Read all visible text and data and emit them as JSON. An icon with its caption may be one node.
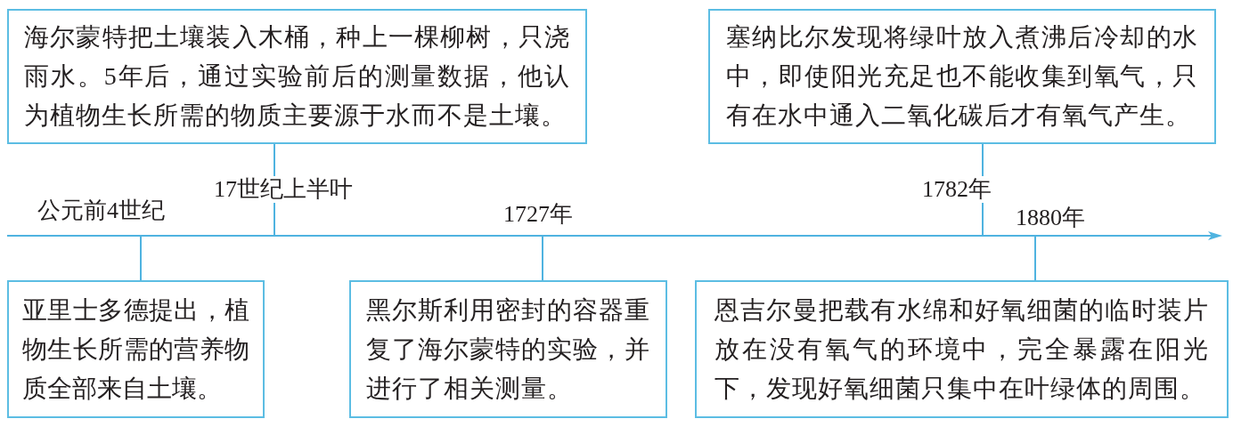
{
  "diagram": {
    "nodes": [
      {
        "text": [
          "海尔蒙特把土壤装入木桶，种上一棵柳树，只浇雨水。5年后，通过实验前后的测量数据，他认为植物生长所需的物质主要源于水而不是土壤。"
        ],
        "beside": [
          "17世纪上半叶"
        ]
      },
      {
        "text": [
          "塞纳比尔发现将绿叶放入煮沸后冷却的水中，即使阳光充足也不能收集到氧气，只有在水中通入二氧化碳后才有氧气产生。"
        ],
        "beside": [
          "1782年"
        ]
      },
      {
        "text": [
          "亚里士多德提出，植物生长所需的营养物质全部来自土壤。"
        ],
        "beside": [
          "公元前4世纪"
        ]
      },
      {
        "text": [
          "黑尔斯利用密封的容器重复了海尔蒙特的实验，并进行了相关测量。"
        ],
        "beside": [
          "1727年"
        ]
      },
      {
        "text": [
          "恩吉尔曼把载有水绵和好氧细菌的临时装片放在没有氧气的环境中，完全暴露在阳光下，发现好氧细菌只集中在叶绿体的周围。"
        ],
        "beside": [
          "1880年"
        ]
      }
    ],
    "edges": [
      {
        "from": 0,
        "to": null,
        "arrow": "none"
      },
      {
        "from": 1,
        "to": null,
        "arrow": "none"
      },
      {
        "from": 2,
        "to": null,
        "arrow": "none"
      },
      {
        "from": 3,
        "to": null,
        "arrow": "none"
      },
      {
        "from": 4,
        "to": null,
        "arrow": "none"
      }
    ]
  }
}
